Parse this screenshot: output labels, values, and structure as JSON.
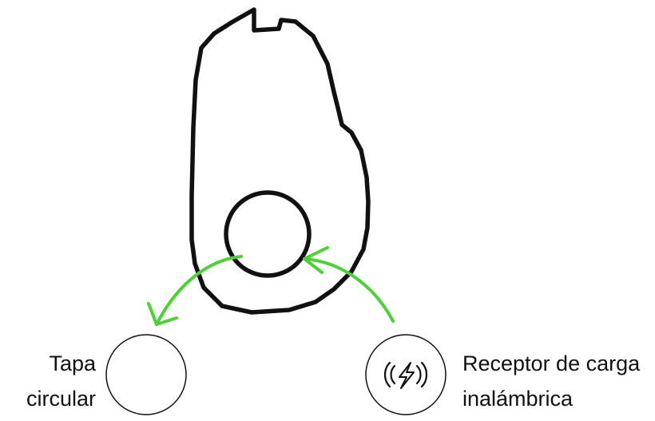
{
  "labels": {
    "left_line1": "Tapa",
    "left_line2": "circular",
    "right_line1": "Receptor de carga",
    "right_line2": "inalámbrica"
  },
  "icons": {
    "mouse_outline": "mouse-outline-icon",
    "cover_circle": "circular-cover-icon",
    "receiver": "wireless-charging-icon"
  },
  "colors": {
    "outline": "#111111",
    "arrow": "#4cd137"
  }
}
